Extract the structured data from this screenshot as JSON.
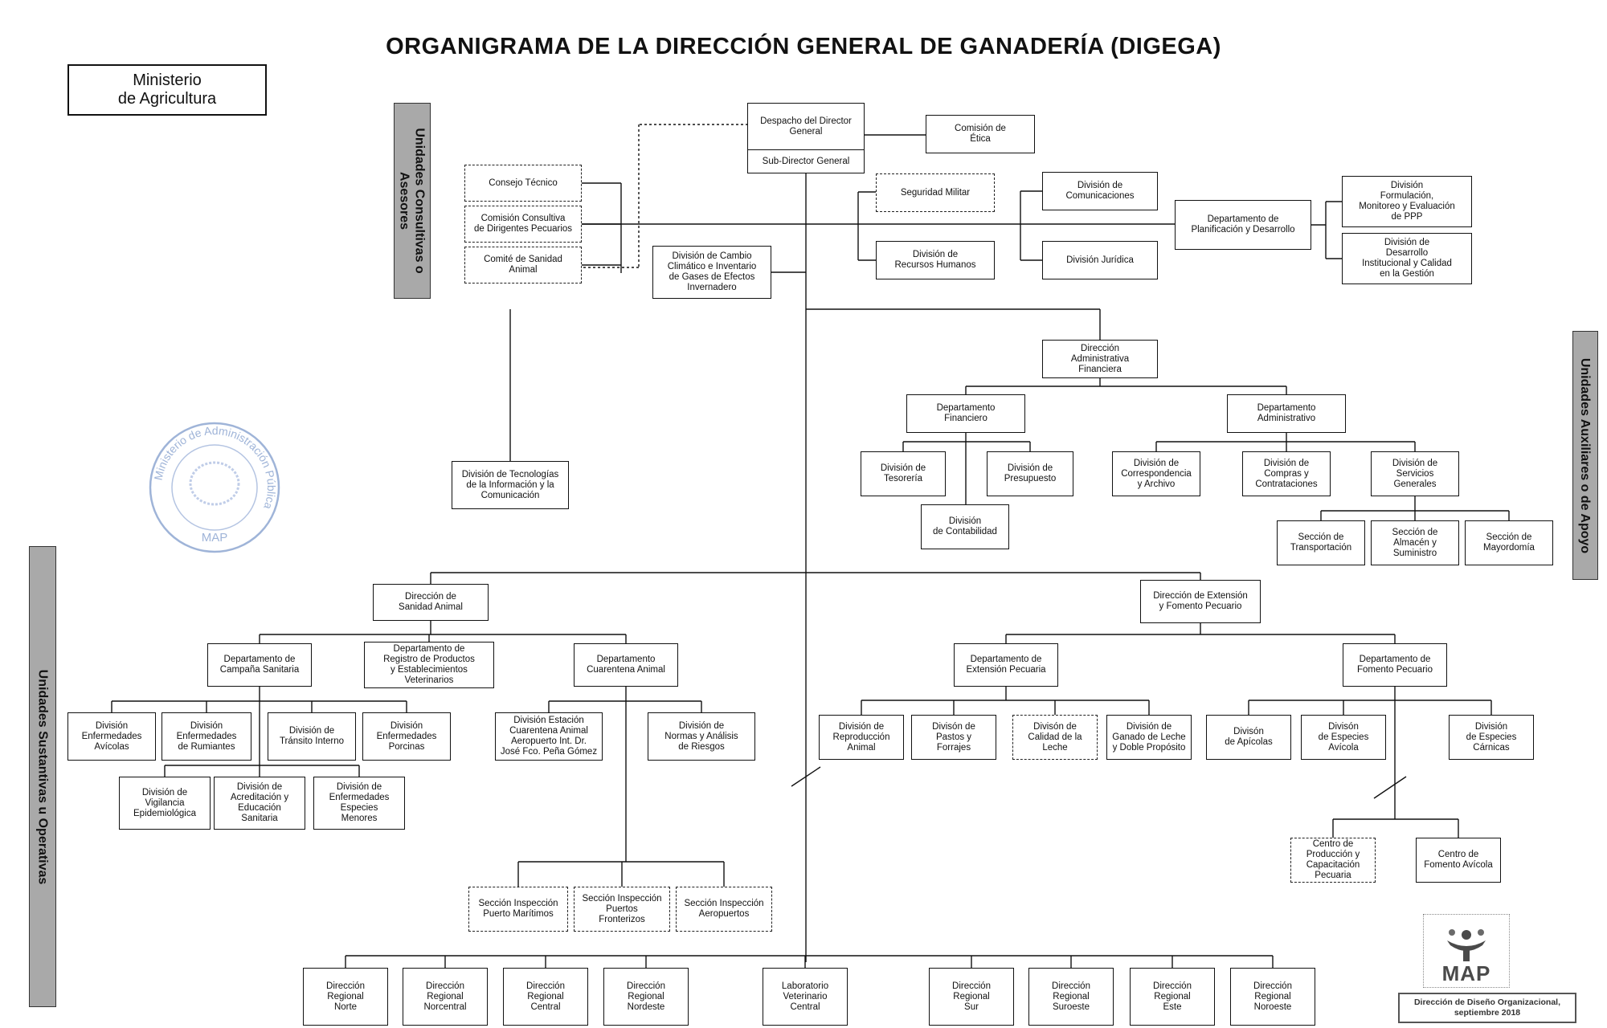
{
  "title": "ORGANIGRAMA DE LA DIRECCIÓN GENERAL DE GANADERÍA (DIGEGA)",
  "ministerio": "Ministerio\nde Agricultura",
  "side_labels": {
    "consultivas": "Unidades Consultivas o\nAsesores",
    "auxiliares": "Unidades Auxiliares o de Apoyo",
    "sustantivas": "Unidades Sustantivas u Operativas"
  },
  "despacho": {
    "top": "Despacho del Director\nGeneral",
    "bottom": "Sub-Director General"
  },
  "units": {
    "etica": "Comisión de\nÉtica",
    "consejo": "Consejo Técnico",
    "comision_consultiva": "Comisión Consultiva\nde Dirigentes Pecuarios",
    "comite_sanidad": "Comité de Sanidad\nAnimal",
    "cambio_climatico": "División de Cambio\nClimático e Inventario\nde Gases de Efectos\nInvernadero",
    "seguridad": "Seguridad Militar",
    "rrhh": "División de\nRecursos Humanos",
    "comunicaciones": "División de\nComunicaciones",
    "juridica": "División Jurídica",
    "planificacion": "Departamento de\nPlanificación y Desarrollo",
    "formulacion": "División\nFormulación,\nMonitoreo y Evaluación\nde PPP",
    "desarrollo_inst": "División de\nDesarrollo\nInstitucional y Calidad\nen la Gestión",
    "daf": "Dirección\nAdministrativa\nFinanciera",
    "tic": "División de Tecnologías\nde la Información y la\nComunicación",
    "dep_financiero": "Departamento\nFinanciero",
    "dep_administrativo": "Departamento\nAdministrativo",
    "tesoreria": "División de\nTesorería",
    "presupuesto": "División de\nPresupuesto",
    "contabilidad": "División\nde Contabilidad",
    "correspondencia": "División de\nCorrespondencia\ny Archivo",
    "compras": "División de\nCompras y\nContrataciones",
    "servicios": "División de\nServicios\nGenerales",
    "transportacion": "Sección de\nTransportación",
    "almacen": "Sección de\nAlmacén y\nSuministro",
    "mayordomia": "Sección de\nMayordomía",
    "sanidad_animal": "Dirección de\nSanidad Animal",
    "extension_fomento": "Dirección de Extensión\ny Fomento Pecuario",
    "campana": "Departamento de\nCampaña Sanitaria",
    "registro": "Departamento de\nRegistro de Productos\ny Establecimientos\nVeterinarios",
    "cuarentena": "Departamento\nCuarentena Animal",
    "enf_avicolas": "División\nEnfermedades\nAvícolas",
    "enf_rumiantes": "División\nEnfermedades\nde Rumiantes",
    "transito": "División de\nTránsito Interno",
    "enf_porcinas": "División\nEnfermedades\nPorcinas",
    "vigilancia": "División de\nVigilancia\nEpidemiológica",
    "acreditacion": "División de\nAcreditación y\nEducación\nSanitaria",
    "enf_menores": "División de\nEnfermedades\nEspecies\nMenores",
    "estacion_cuarentena": "División Estación\nCuarentena Animal\nAeropuerto Int. Dr.\nJosé Fco. Peña Gómez",
    "normas": "División de\nNormas y Análisis\nde Riesgos",
    "insp_maritimos": "Sección Inspección\nPuerto Marítimos",
    "insp_fronterizos": "Sección Inspección\nPuertos\nFronterizos",
    "insp_aeropuertos": "Sección Inspección\nAeropuertos",
    "dep_extension": "Departamento de\nExtensión Pecuaria",
    "dep_fomento": "Departamento de\nFomento Pecuario",
    "reproduccion": "División de\nReproducción\nAnimal",
    "pastos": "Divisón de\nPastos y\nForrajes",
    "calidad_leche": "Divisón de\nCalidad de la\nLeche",
    "ganado_leche": "División de\nGanado de Leche\ny Doble Propósito",
    "apicolas": "Divisón\nde Apícolas",
    "especies_avicola": "Divisón\nde Especies\nAvícola",
    "especies_carnicas": "División\nde Especies\nCárnicas",
    "centro_produccion": "Centro de\nProducción y\nCapacitación\nPecuaria",
    "centro_avicola": "Centro de\nFomento Avícola",
    "reg_norte": "Dirección\nRegional\nNorte",
    "reg_norcentral": "Dirección\nRegional\nNorcentral",
    "reg_central": "Dirección\nRegional\nCentral",
    "reg_nordeste": "Dirección\nRegional\nNordeste",
    "laboratorio": "Laboratorio\nVeterinario\nCentral",
    "reg_sur": "Dirección\nRegional\nSur",
    "reg_suroeste": "Dirección\nRegional\nSuroeste",
    "reg_este": "Dirección\nRegional\nEste",
    "reg_noroeste": "Dirección\nRegional\nNoroeste"
  },
  "stamp": {
    "ring_text": "Ministerio de Administración Pública",
    "center_text": "MAP"
  },
  "logo": {
    "text": "MAP",
    "color": "#4a4a4a"
  },
  "credit": "Dirección de Diseño Organizacional,\nseptiembre 2018"
}
